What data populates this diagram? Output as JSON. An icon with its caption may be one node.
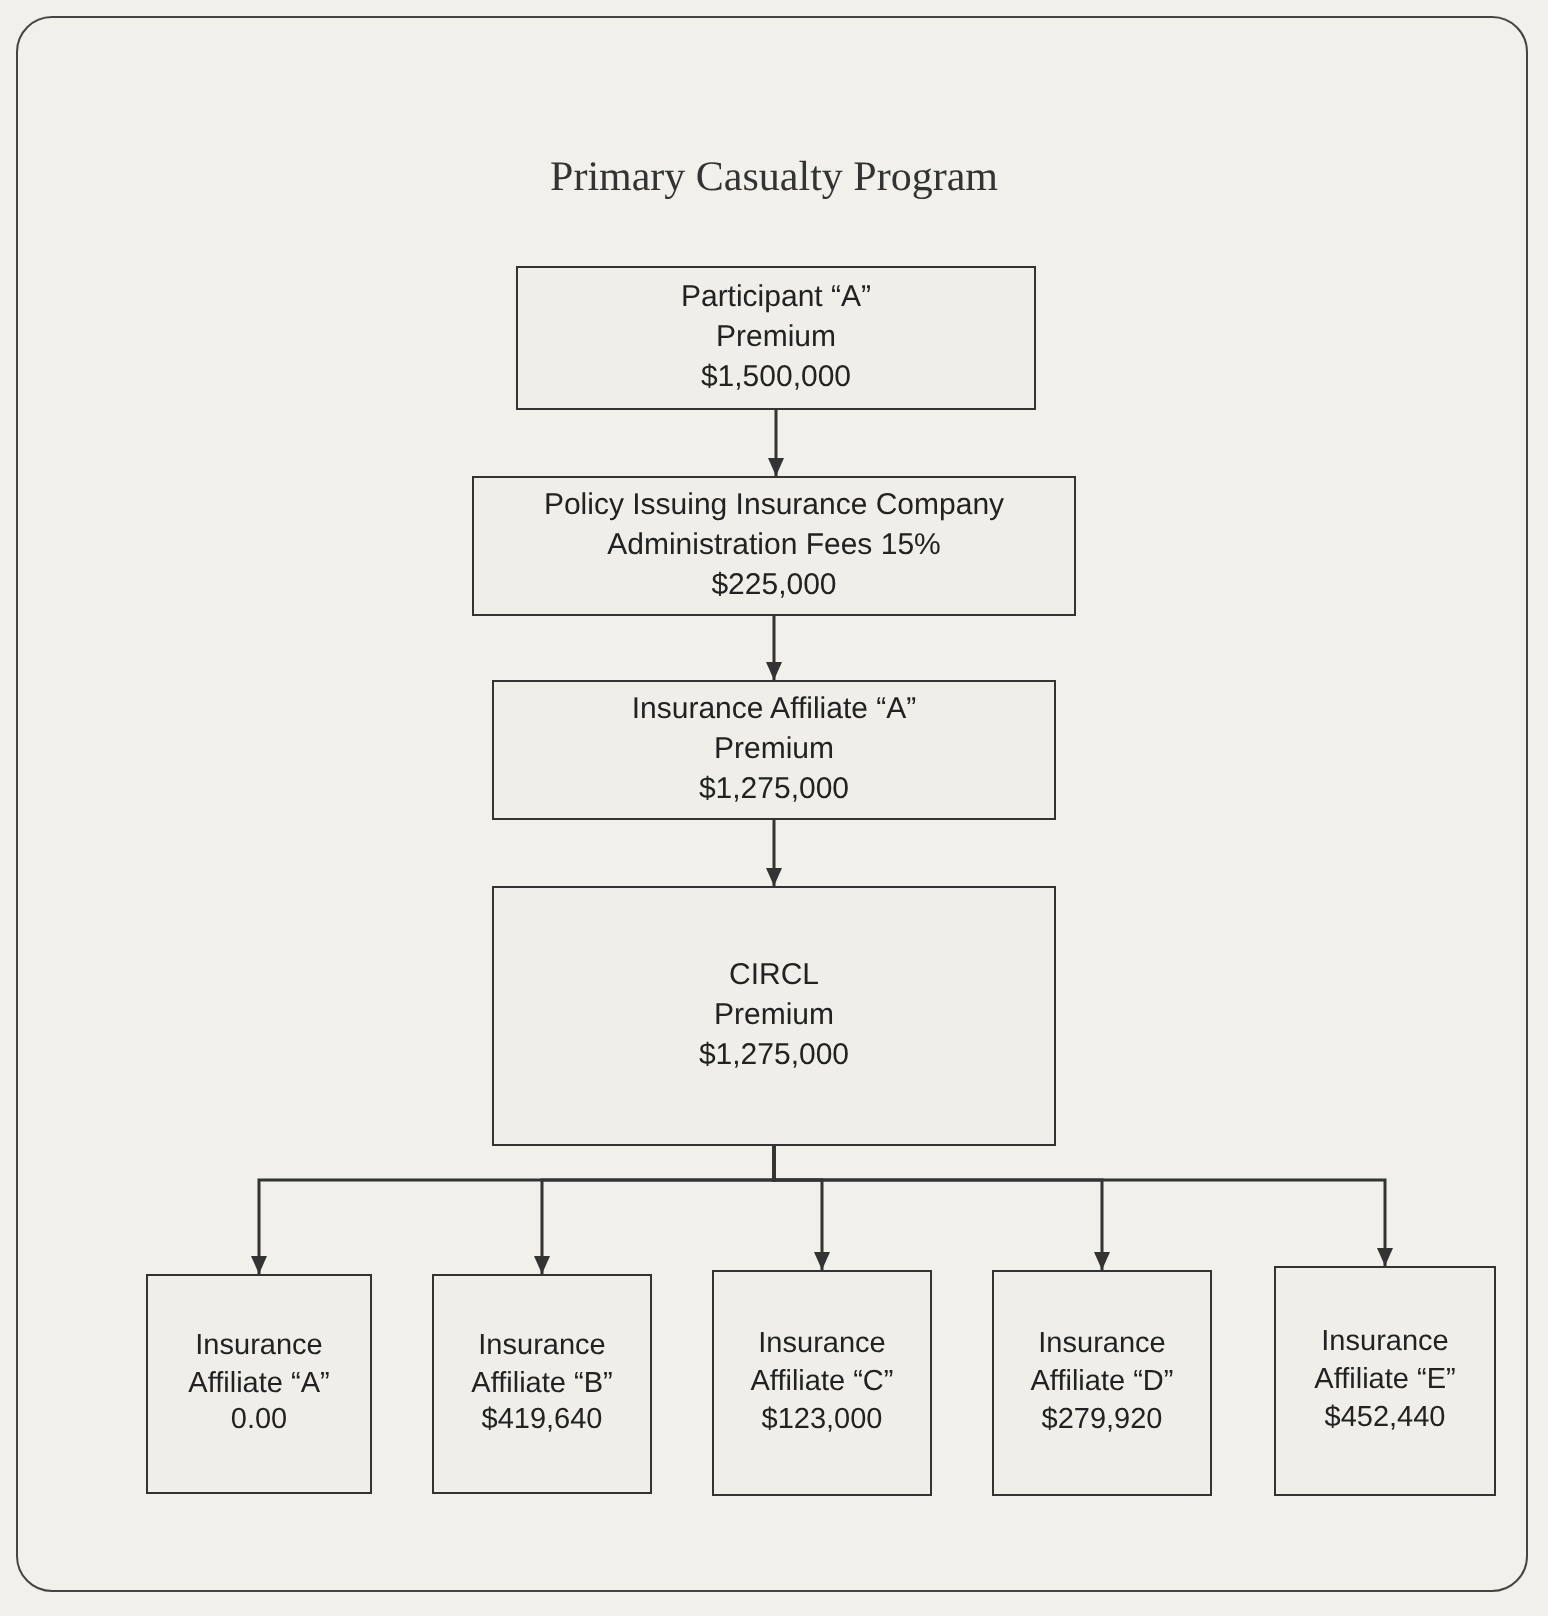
{
  "diagram": {
    "title": "Primary Casualty Program",
    "nodes": [
      {
        "text": [
          "Participant “A”",
          "Premium",
          "$1,500,000"
        ]
      },
      {
        "text": [
          "Policy Issuing Insurance Company",
          "Administration Fees 15%",
          "$225,000"
        ]
      },
      {
        "text": [
          "Insurance Affiliate “A”",
          "Premium",
          "$1,275,000"
        ]
      },
      {
        "text": [
          "CIRCL",
          "Premium",
          "$1,275,000"
        ]
      },
      {
        "text": [
          "Insurance Affiliate “A”",
          "0.00"
        ]
      },
      {
        "text": [
          "Insurance Affiliate “B”",
          "$419,640"
        ]
      },
      {
        "text": [
          "Insurance Affiliate “C”",
          "$123,000"
        ]
      },
      {
        "text": [
          "Insurance Affiliate “D”",
          "$279,920"
        ]
      },
      {
        "text": [
          "Insurance Affiliate “E”",
          "$452,440"
        ]
      }
    ],
    "edges": [
      {
        "from": 0,
        "to": 1,
        "arrow": "to"
      },
      {
        "from": 1,
        "to": 2,
        "arrow": "to"
      },
      {
        "from": 2,
        "to": 3,
        "arrow": "to"
      },
      {
        "from": 3,
        "to": 4,
        "arrow": "to"
      },
      {
        "from": 3,
        "to": 5,
        "arrow": "to"
      },
      {
        "from": 3,
        "to": 6,
        "arrow": "to"
      },
      {
        "from": 3,
        "to": 7,
        "arrow": "to"
      },
      {
        "from": 3,
        "to": 8,
        "arrow": "to"
      }
    ]
  }
}
